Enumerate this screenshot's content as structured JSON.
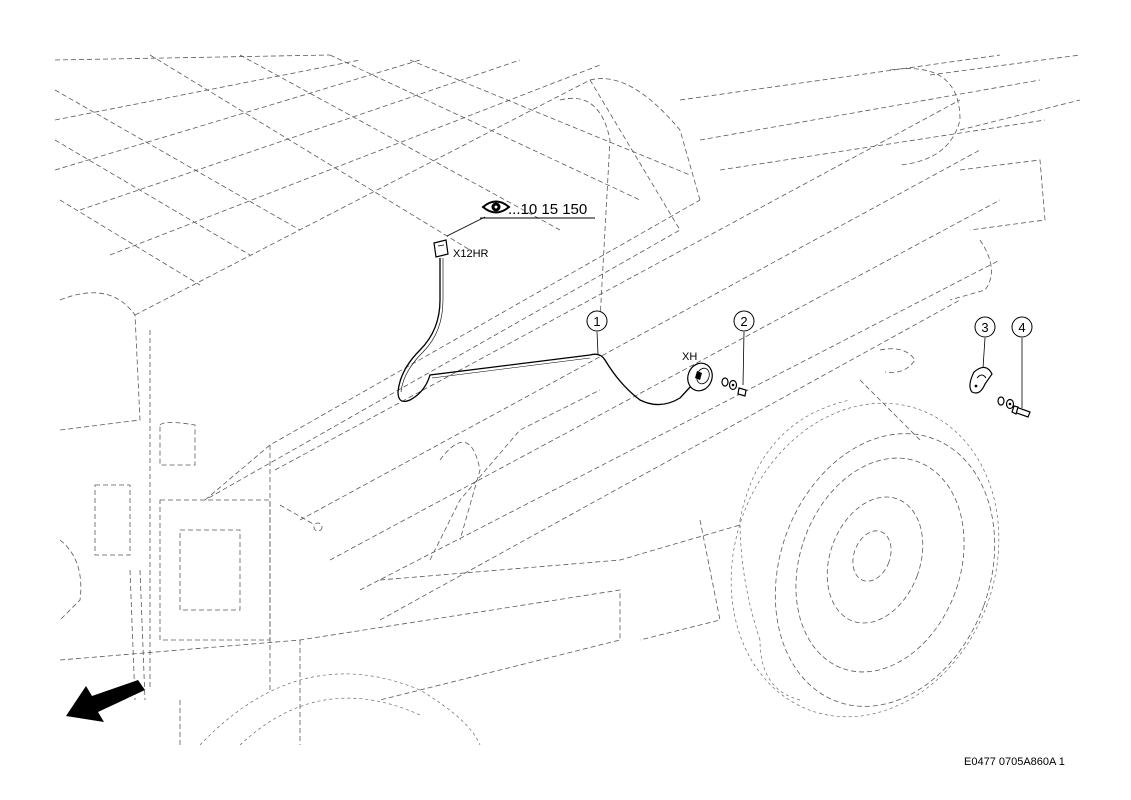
{
  "diagram": {
    "reference_note": "...10 15 150",
    "connector_label": "X12HR",
    "sensor_label": "XH",
    "callouts": [
      "1",
      "2",
      "3",
      "4"
    ],
    "drawing_code": "E0477 0705A860A 1"
  },
  "icons": {
    "reference": "eye-icon",
    "direction": "forward-arrow-icon"
  }
}
